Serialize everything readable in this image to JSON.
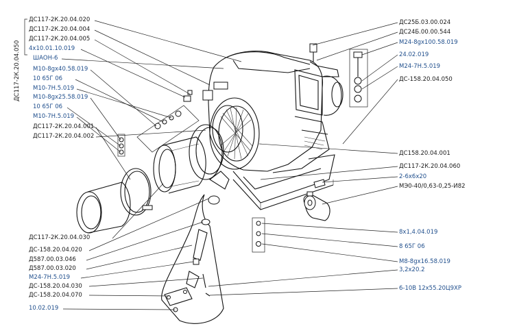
{
  "labels": {
    "l_ds117_020": "ДС117-2К.20.04.020",
    "l_ds117_004": "ДС117-2К.20.04.004",
    "l_ds117_005": "ДС117-2К.20.04.005",
    "l_4x10": "4х10.01.10.019",
    "l_shaon": "ШАОН-6",
    "l_m10_40": "М10-8gх40.58.019",
    "l_10_65g_a": "10 65Г 06",
    "l_m10_7n_a": "М10-7Н.5.019",
    "l_m10_25": "М10-8gх25.58.019",
    "l_10_65g_b": "10 65Г 06",
    "l_m10_7n_b": "М10-7Н.5.019",
    "l_ds117_001": "ДС117-2К.20.04.001",
    "l_ds117_002": "ДС117-2К.20.04.002",
    "l_vertical": "ДС117-2К.20.04.050",
    "l_ds117_030": "ДС117-2К.20.04.030",
    "l_ds158_020": "ДС-158.20.04.020",
    "l_d587_046": "Д587.00.03.046",
    "l_d587_020": "Д587.00.03.020",
    "l_m24_7n_left": "М24-7Н.5.019",
    "l_ds158_030": "ДС-158.20.04.030",
    "l_ds158_070": "ДС-158.20.04.070",
    "l_10_02": "10.02.019",
    "r_ds25b": "ДС25Б.03.00.024",
    "r_ds24b": "ДС24Б.00.00.544",
    "r_m24_100": "М24-8gх100.58.019",
    "r_24_02": "24.02.019",
    "r_m24_7n": "М24-7Н.5.019",
    "r_ds158_050": "ДС-158.20.04.050",
    "r_ds158_001": "ДС158.20.04.001",
    "r_ds117_060": "ДС117-2К.20.04.060",
    "r_2_6x6": "2-6х6х20",
    "r_mze": "МЭ0-40/0,63-0,25-И82",
    "r_8x1": "8х1,4.04.019",
    "r_8_65g": "8 65Г 06",
    "r_m8_16": "М8-8gх16.58.019",
    "r_3_2": "3,2х20.2",
    "r_6_10v": "6-10В 12х55.20Ц9ХР"
  },
  "colors": {
    "label_dark": "#1a1a1a",
    "label_blue": "#1f4e8c",
    "line": "#222222"
  }
}
